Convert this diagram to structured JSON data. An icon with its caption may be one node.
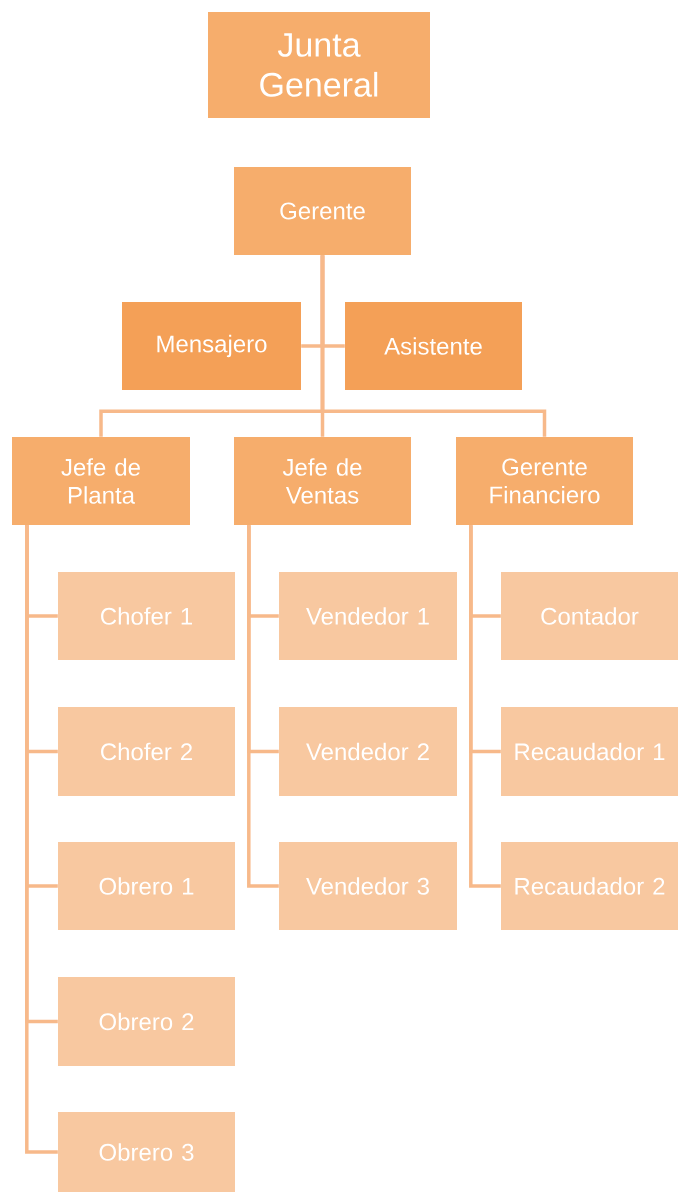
{
  "diagram": {
    "nodes": [
      {
        "text": [
          "Junta General"
        ]
      },
      {
        "text": [
          "Gerente"
        ]
      },
      {
        "text": [
          "Mensajero"
        ]
      },
      {
        "text": [
          "Asistente"
        ]
      },
      {
        "text": [
          "Jefe de Planta"
        ]
      },
      {
        "text": [
          "Jefe de Ventas"
        ]
      },
      {
        "text": [
          "Gerente Financiero"
        ]
      },
      {
        "text": [
          "Chofer 1"
        ]
      },
      {
        "text": [
          "Chofer 2"
        ]
      },
      {
        "text": [
          "Obrero 1"
        ]
      },
      {
        "text": [
          "Obrero 2"
        ]
      },
      {
        "text": [
          "Obrero 3"
        ]
      },
      {
        "text": [
          "Vendedor 1"
        ]
      },
      {
        "text": [
          "Vendedor 2"
        ]
      },
      {
        "text": [
          "Vendedor 3"
        ]
      },
      {
        "text": [
          "Contador"
        ]
      },
      {
        "text": [
          "Recaudador 1"
        ]
      },
      {
        "text": [
          "Recaudador 2"
        ]
      }
    ],
    "edges": [
      {
        "from": 1,
        "to": 2,
        "arrow": "none"
      },
      {
        "from": 1,
        "to": 3,
        "arrow": "none"
      },
      {
        "from": 1,
        "to": 4,
        "arrow": "none"
      },
      {
        "from": 1,
        "to": 5,
        "arrow": "none"
      },
      {
        "from": 1,
        "to": 6,
        "arrow": "none"
      },
      {
        "from": 4,
        "to": 7,
        "arrow": "none"
      },
      {
        "from": 4,
        "to": 8,
        "arrow": "none"
      },
      {
        "from": 4,
        "to": 9,
        "arrow": "none"
      },
      {
        "from": 4,
        "to": 10,
        "arrow": "none"
      },
      {
        "from": 4,
        "to": 11,
        "arrow": "none"
      },
      {
        "from": 5,
        "to": 12,
        "arrow": "none"
      },
      {
        "from": 5,
        "to": 13,
        "arrow": "none"
      },
      {
        "from": 5,
        "to": 14,
        "arrow": "none"
      },
      {
        "from": 6,
        "to": 15,
        "arrow": "none"
      },
      {
        "from": 6,
        "to": 16,
        "arrow": "none"
      },
      {
        "from": 6,
        "to": 17,
        "arrow": "none"
      }
    ]
  }
}
